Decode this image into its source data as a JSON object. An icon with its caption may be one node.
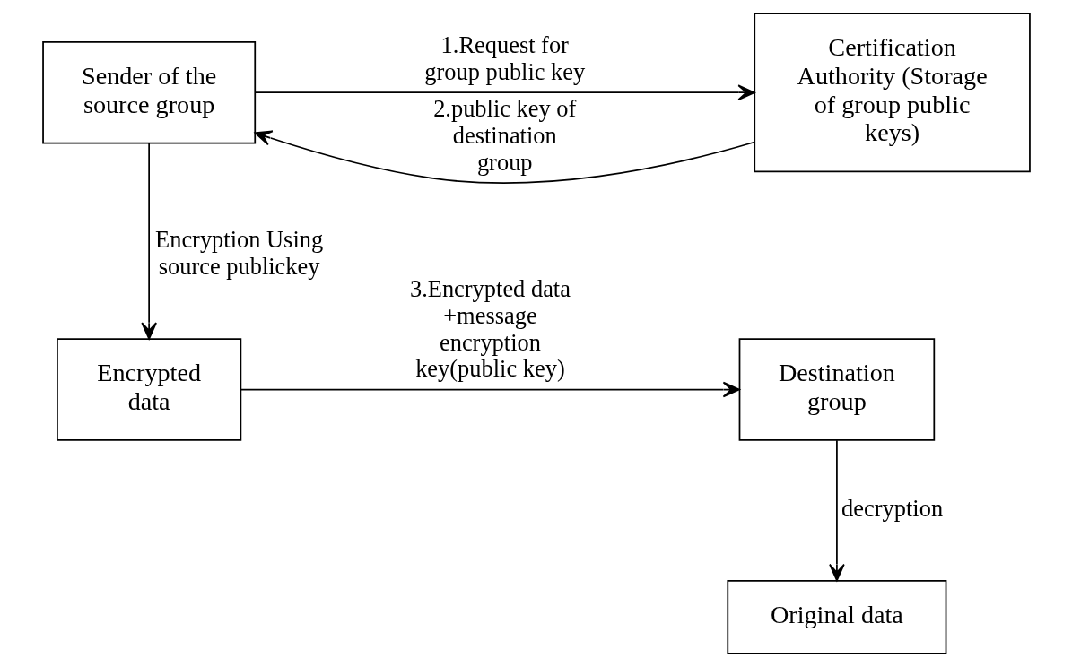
{
  "diagram": {
    "nodes": [
      {
        "text": [
          "Sender of the source group"
        ]
      },
      {
        "text": [
          "Certification Authority (Storage of group public keys)"
        ]
      },
      {
        "text": [
          "Encrypted data"
        ]
      },
      {
        "text": [
          "Destination group"
        ]
      },
      {
        "text": [
          "Original data"
        ]
      }
    ],
    "edges": [
      {
        "from": 0,
        "to": 1,
        "arrow": "to",
        "label": "1.Request for group public key"
      },
      {
        "from": 1,
        "to": 0,
        "arrow": "to",
        "label": "2.public key of destination group"
      },
      {
        "from": 0,
        "to": 2,
        "arrow": "to",
        "label": "Encryption Using source publickey"
      },
      {
        "from": 2,
        "to": 3,
        "arrow": "to",
        "label": "3.Encrypted data +message encryption key(public key)"
      },
      {
        "from": 3,
        "to": 4,
        "arrow": "to",
        "label": "decryption"
      }
    ]
  }
}
